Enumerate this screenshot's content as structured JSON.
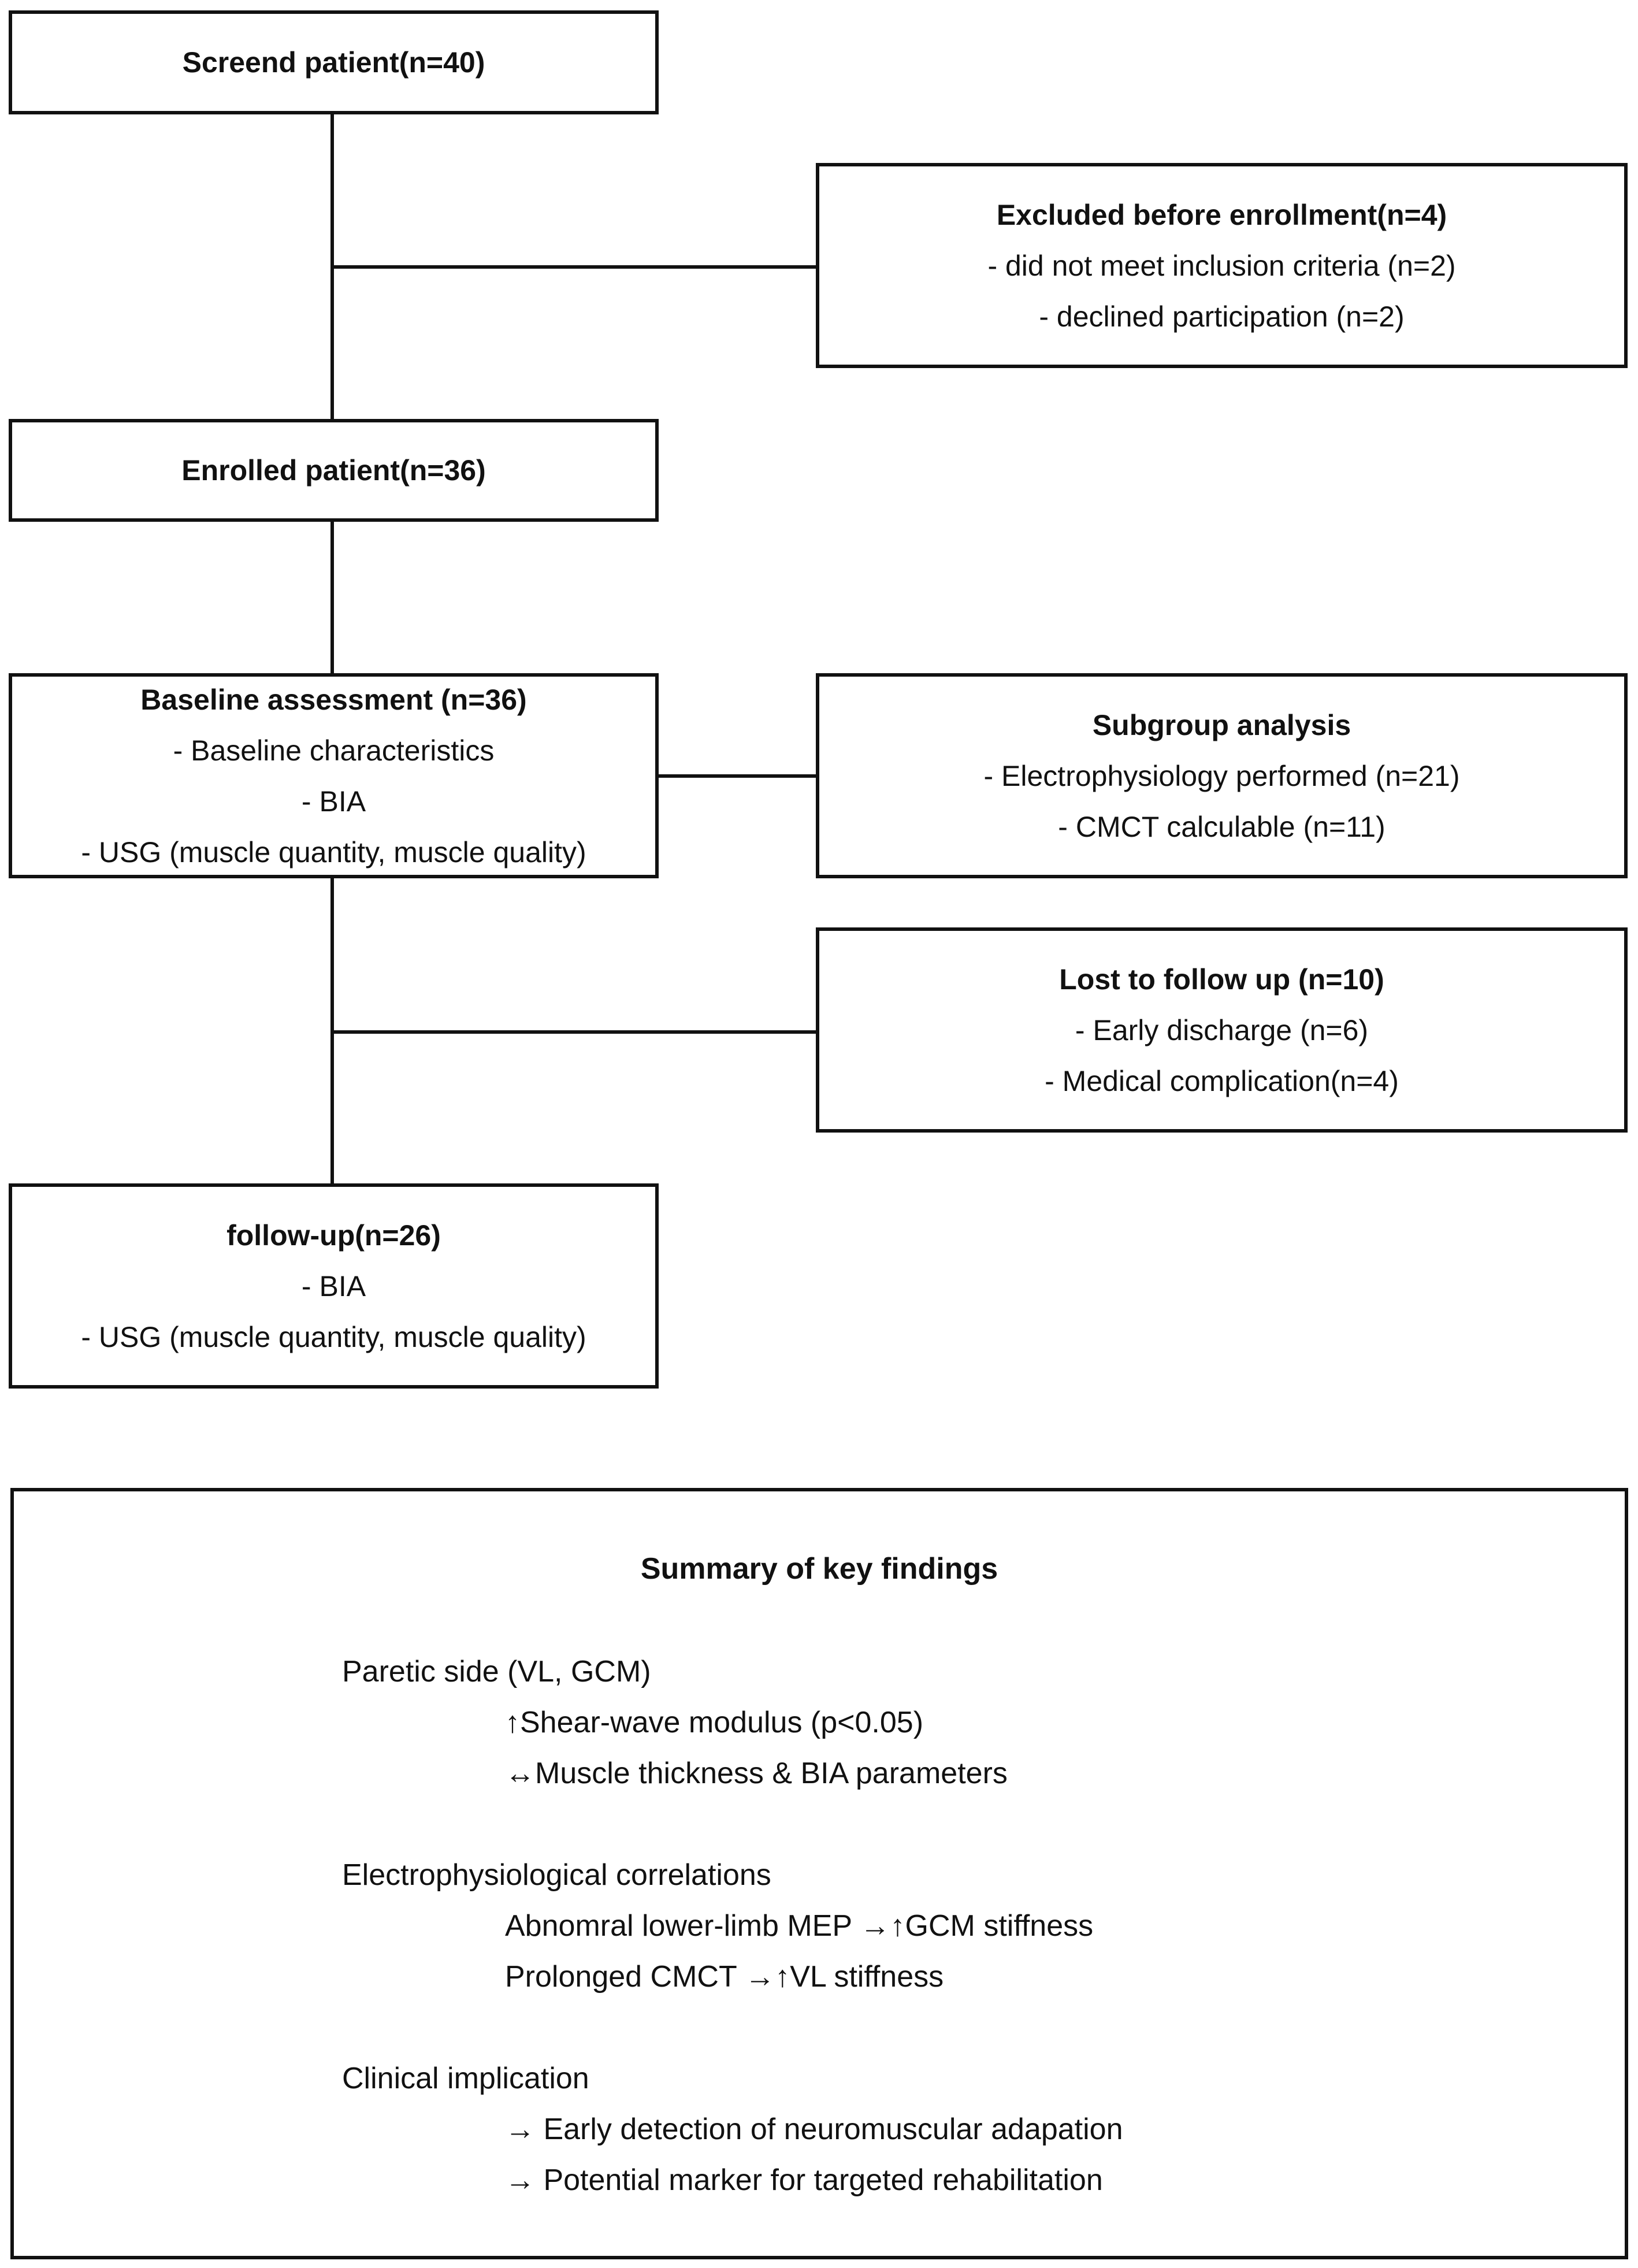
{
  "flowchart": {
    "screened": {
      "title": "Screend patient(n=40)"
    },
    "excluded": {
      "title": "Excluded before enrollment(n=4)",
      "lines": [
        "- did not meet inclusion criteria (n=2)",
        "- declined participation (n=2)"
      ]
    },
    "enrolled": {
      "title": "Enrolled patient(n=36)"
    },
    "baseline": {
      "title": "Baseline assessment (n=36)",
      "lines": [
        "- Baseline characteristics",
        "- BIA",
        "- USG (muscle quantity, muscle quality)"
      ]
    },
    "subgroup": {
      "title": "Subgroup analysis",
      "lines": [
        "- Electrophysiology performed (n=21)",
        "- CMCT calculable (n=11)"
      ]
    },
    "lost": {
      "title": "Lost to follow up (n=10)",
      "lines": [
        "- Early discharge (n=6)",
        "- Medical complication(n=4)"
      ]
    },
    "followup": {
      "title": "follow-up(n=26)",
      "lines": [
        "- BIA",
        "- USG (muscle quantity, muscle quality)"
      ]
    }
  },
  "summary": {
    "title": "Summary of key findings",
    "sections": [
      {
        "heading": "Paretic side (VL, GCM)",
        "items": [
          "↑Shear-wave modulus (p<0.05)",
          "↔Muscle thickness & BIA parameters"
        ]
      },
      {
        "heading": "Electrophysiological correlations",
        "items": [
          "Abnomral lower-limb MEP →↑GCM stiffness",
          "Prolonged CMCT →↑VL stiffness"
        ]
      },
      {
        "heading": "Clinical implication",
        "items": [
          "→ Early detection of neuromuscular adapation",
          "→ Potential marker for targeted rehabilitation"
        ]
      }
    ]
  }
}
